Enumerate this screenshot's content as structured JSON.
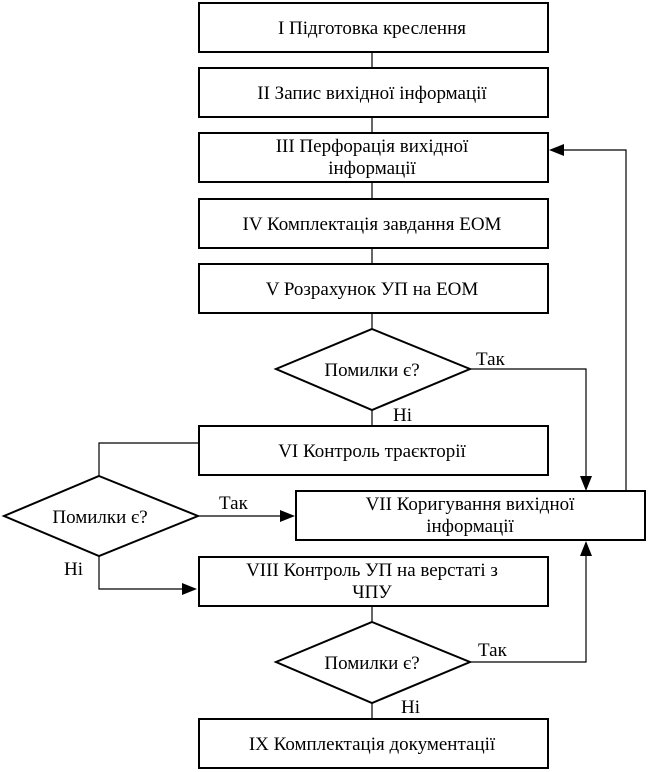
{
  "steps": {
    "s1": "I Підготовка креслення",
    "s2": "II Запис вихідної інформації",
    "s3a": "III Перфорація вихідної",
    "s3b": "інформації",
    "s4": "IV Комплектація завдання ЕОМ",
    "s5": "V Розрахунок УП на ЕОМ",
    "s6": "VI Контроль траєкторії",
    "s7a": "VII Коригування вихідної",
    "s7b": "інформації",
    "s8a": "VIII Контроль УП на верстаті з",
    "s8b": "ЧПУ",
    "s9": "IX Комплектація документації"
  },
  "decisions": {
    "d1": "Помилки є?",
    "d2": "Помилки є?",
    "d3": "Помилки є?"
  },
  "labels": {
    "yes1": "Так",
    "no1": "Ні",
    "yes2": "Так",
    "no2": "Ні",
    "yes3": "Так",
    "no3": "Ні"
  }
}
